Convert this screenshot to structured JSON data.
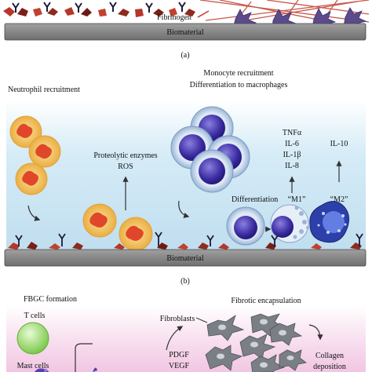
{
  "panel_a": {
    "label_fibrinogen": "Fibrinogen",
    "label_biomaterial": "Biomaterial",
    "caption": "(a)"
  },
  "panel_b": {
    "title_neutrophil": "Neutrophil recruitment",
    "title_monocyte_line1": "Monocyte recruitment",
    "title_monocyte_line2": "Differentiation to macrophages",
    "proteolytic_line1": "Proteolytic enzymes",
    "proteolytic_line2": "ROS",
    "differentiation": "Differentiation",
    "cytokines_m1": [
      "TNFα",
      "IL-6",
      "IL-1β",
      "IL-8"
    ],
    "cytokine_m2": "IL-10",
    "m1_label": "“M1”",
    "m2_label": "“M2”",
    "label_biomaterial": "Biomaterial",
    "caption": "(b)"
  },
  "panel_c": {
    "title_fbgc": "FBGC formation",
    "title_fibrotic": "Fibrotic encapsulation",
    "t_cells": "T cells",
    "mast_cells": "Mast cells",
    "fibroblasts": "Fibroblasts",
    "pdgf": "PDGF",
    "vegf": "VEGF",
    "collagen_line1": "Collagen",
    "collagen_line2": "deposition"
  },
  "colors": {
    "biomaterial": "#8a8a8a",
    "tissue_blue": "#c8e4f2",
    "tissue_pink": "#f6d6ea",
    "neutrophil_outer": "#f2c44e",
    "neutrophil_nucleus": "#e0462a",
    "monocyte": "#3a2ca0",
    "protein_red": "#b8352a",
    "fibroblast_gray": "#7a7f86",
    "tcell_green": "#8fd45a",
    "mast_purple": "#5a3db0"
  }
}
